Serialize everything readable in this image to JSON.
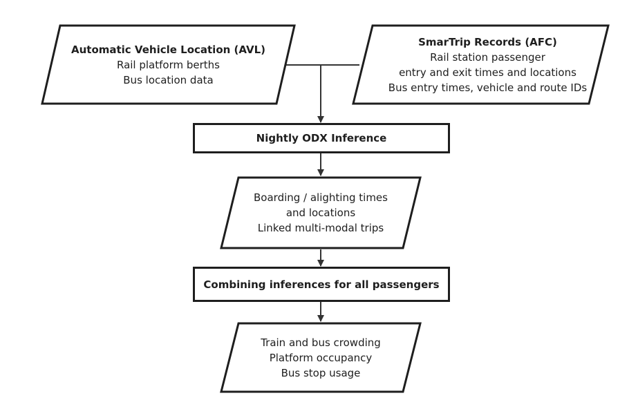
{
  "colors": {
    "stroke": "#1e1e1e",
    "fill": "#ffffff",
    "text": "#1e1e1e"
  },
  "nodes": {
    "avl": {
      "title": "Automatic Vehicle Location (AVL)",
      "lines": [
        "Rail platform berths",
        "Bus location data"
      ]
    },
    "afc": {
      "title": "SmarTrip Records (AFC)",
      "lines": [
        "Rail station passenger",
        "entry and exit times and locations",
        "Bus entry times, vehicle and route IDs"
      ]
    },
    "odx": {
      "title": "Nightly ODX Inference"
    },
    "trips": {
      "lines": [
        "Boarding / alighting times",
        "and locations",
        "Linked multi-modal trips"
      ]
    },
    "combine": {
      "title": "Combining inferences for all passengers"
    },
    "outputs": {
      "lines": [
        "Train and bus crowding",
        "Platform occupancy",
        "Bus stop usage"
      ]
    }
  }
}
